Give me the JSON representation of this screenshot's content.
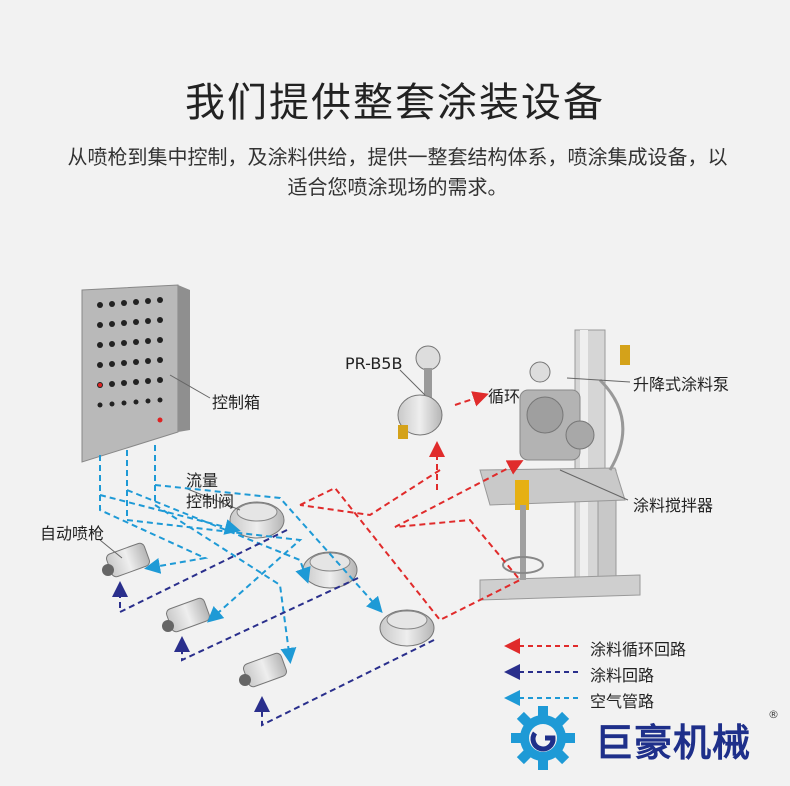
{
  "header": {
    "title": "我们提供整套涂装设备",
    "subtitle": "从喷枪到集中控制，及涂料供给，提供一整套结构体系，喷涂集成设备，以适合您喷涂现场的需求。"
  },
  "labels": {
    "control_box": "控制箱",
    "flow_valve_line1": "流量",
    "flow_valve_line2": "控制阀",
    "auto_gun": "自动喷枪",
    "pr_b5b": "PR-B5B",
    "circulation": "循环",
    "lift_pump": "升降式涂料泵",
    "mixer": "涂料搅拌器"
  },
  "legend": {
    "items": [
      {
        "label": "涂料循环回路",
        "color": "#e02b2b"
      },
      {
        "label": "涂料回路",
        "color": "#2a2f8c"
      },
      {
        "label": "空气管路",
        "color": "#1e9ad6"
      }
    ]
  },
  "brand": {
    "name": "巨豪机械",
    "registered": "®",
    "gear_color": "#1e9ad6",
    "text_color": "#1e2f8a"
  }
}
